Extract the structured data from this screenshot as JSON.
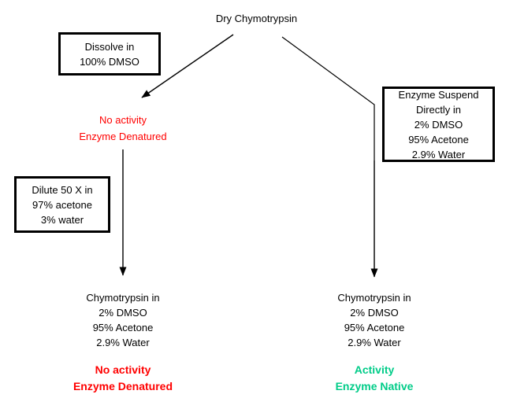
{
  "diagram": {
    "title_node": "Dry Chymotrypsin",
    "colors": {
      "denatured": "#FF0000",
      "native": "#00CC88",
      "text": "#000000",
      "border": "#000000",
      "background": "#FFFFFF"
    },
    "boxes": [
      {
        "id": "dissolve-dmso",
        "lines": [
          "Dissolve in",
          "100% DMSO"
        ]
      },
      {
        "id": "enzyme-suspend",
        "lines": [
          "Enzyme Suspend",
          "Directly in",
          "2% DMSO",
          "95% Acetone",
          "2.9% Water"
        ]
      },
      {
        "id": "dilute-50x",
        "lines": [
          "Dilute 50 X in",
          "97% acetone",
          "3% water"
        ]
      }
    ],
    "labels": [
      {
        "id": "left-intermediate",
        "lines": [
          "No activity",
          "Enzyme Denatured"
        ]
      },
      {
        "id": "left-outcome-composition",
        "lines": [
          "Chymotrypsin in",
          "2% DMSO",
          "95% Acetone",
          "2.9% Water"
        ]
      },
      {
        "id": "right-outcome-composition",
        "lines": [
          "Chymotrypsin in",
          "2% DMSO",
          "95% Acetone",
          "2.9% Water"
        ]
      }
    ],
    "results": [
      {
        "id": "left-result",
        "lines": [
          "No activity",
          "Enzyme Denatured"
        ],
        "color": "#FF0000"
      },
      {
        "id": "right-result",
        "lines": [
          "Activity",
          "Enzyme Native"
        ],
        "color": "#00CC88"
      }
    ]
  }
}
